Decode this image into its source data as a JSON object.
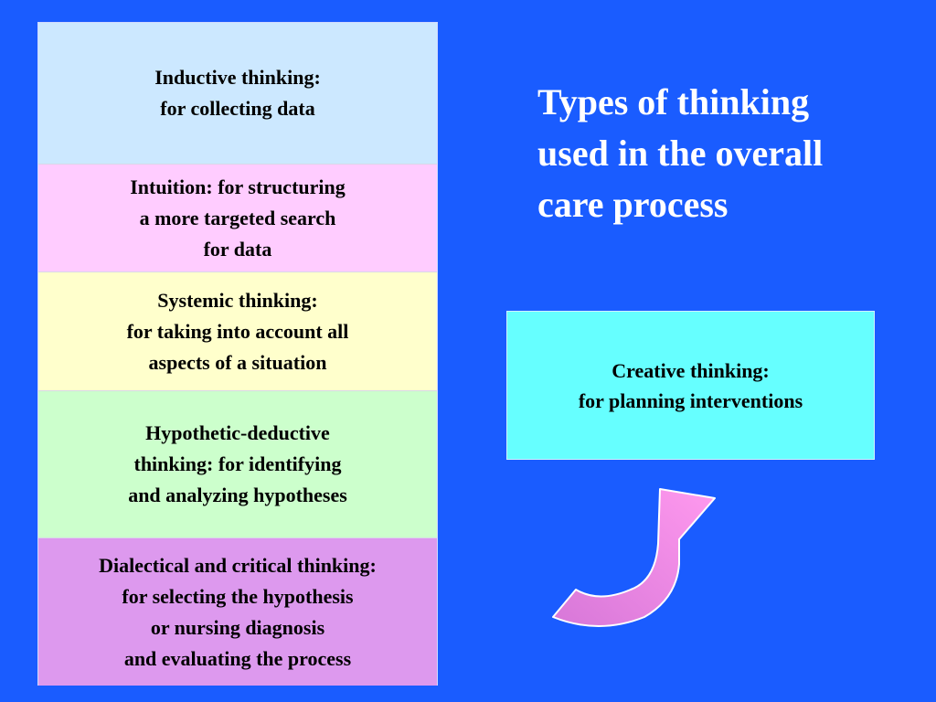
{
  "boxes": [
    {
      "text": "Inductive thinking:\nfor collecting data"
    },
    {
      "text": "Intuition: for structuring\na more targeted search\nfor data"
    },
    {
      "text": "Systemic thinking:\nfor taking into account all\naspects of a situation"
    },
    {
      "text": "Hypothetic-deductive\nthinking: for identifying\nand analyzing hypotheses"
    },
    {
      "text": "Dialectical and critical thinking:\nfor selecting the hypothesis\nor nursing diagnosis\nand evaluating the process"
    }
  ],
  "title": "Types of thinking\nused in the overall\ncare process",
  "creative": {
    "text": "Creative thinking:\nfor planning interventions"
  },
  "colors": {
    "background": "#1a5cff",
    "box1": "#cce8ff",
    "box2": "#ffccff",
    "box3": "#ffffcc",
    "box4": "#ccffcc",
    "box5": "#dd99ee",
    "creative": "#66ffff",
    "arrow": "#ff99ee"
  },
  "icons": {
    "arrow": "curved-up-right-arrow-icon"
  }
}
